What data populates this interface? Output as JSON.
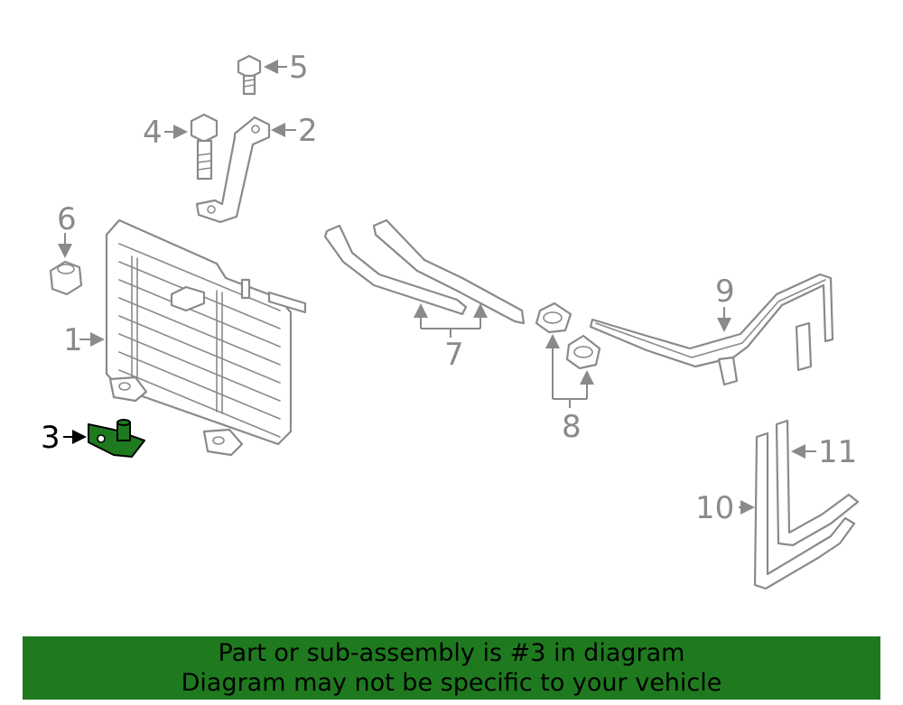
{
  "colors": {
    "highlight": "#1f7a1f",
    "line": "#8a8a8a",
    "callout_highlight": "#000000"
  },
  "callouts": {
    "c1": "1",
    "c2": "2",
    "c3": "3",
    "c4": "4",
    "c5": "5",
    "c6": "6",
    "c7": "7",
    "c8": "8",
    "c9": "9",
    "c10": "10",
    "c11": "11"
  },
  "highlighted_part": "3",
  "banner": {
    "line1": "Part or sub-assembly is #3 in diagram",
    "line2": "Diagram may not be specific to your vehicle"
  }
}
